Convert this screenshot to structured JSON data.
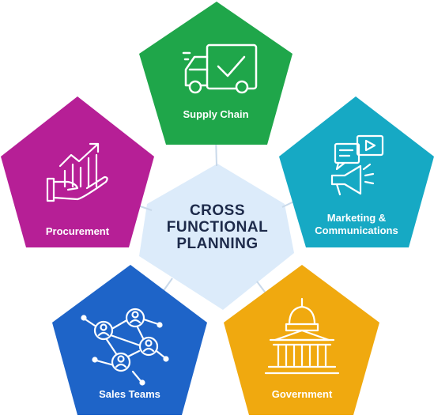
{
  "center": {
    "lines": [
      "CROSS",
      "FUNCTIONAL",
      "PLANNING"
    ],
    "color": "#dcebfa",
    "text_color": "#1d2a4a"
  },
  "nodes": [
    {
      "key": "supply-chain",
      "label": "Supply Chain",
      "color": "#1fa64a",
      "icon": "delivery-truck-check-icon"
    },
    {
      "key": "marketing",
      "label_lines": [
        "Marketing &",
        "Communications"
      ],
      "color": "#16a9c4",
      "icon": "video-chat-megaphone-icon"
    },
    {
      "key": "government",
      "label": "Government",
      "color": "#f0a90f",
      "icon": "capitol-building-icon"
    },
    {
      "key": "sales-teams",
      "label": "Sales Teams",
      "color": "#1e64c8",
      "icon": "people-network-icon"
    },
    {
      "key": "procurement",
      "label": "Procurement",
      "color": "#b61f96",
      "icon": "hand-growth-chart-icon"
    }
  ],
  "connector_color": "#c9d9ea"
}
